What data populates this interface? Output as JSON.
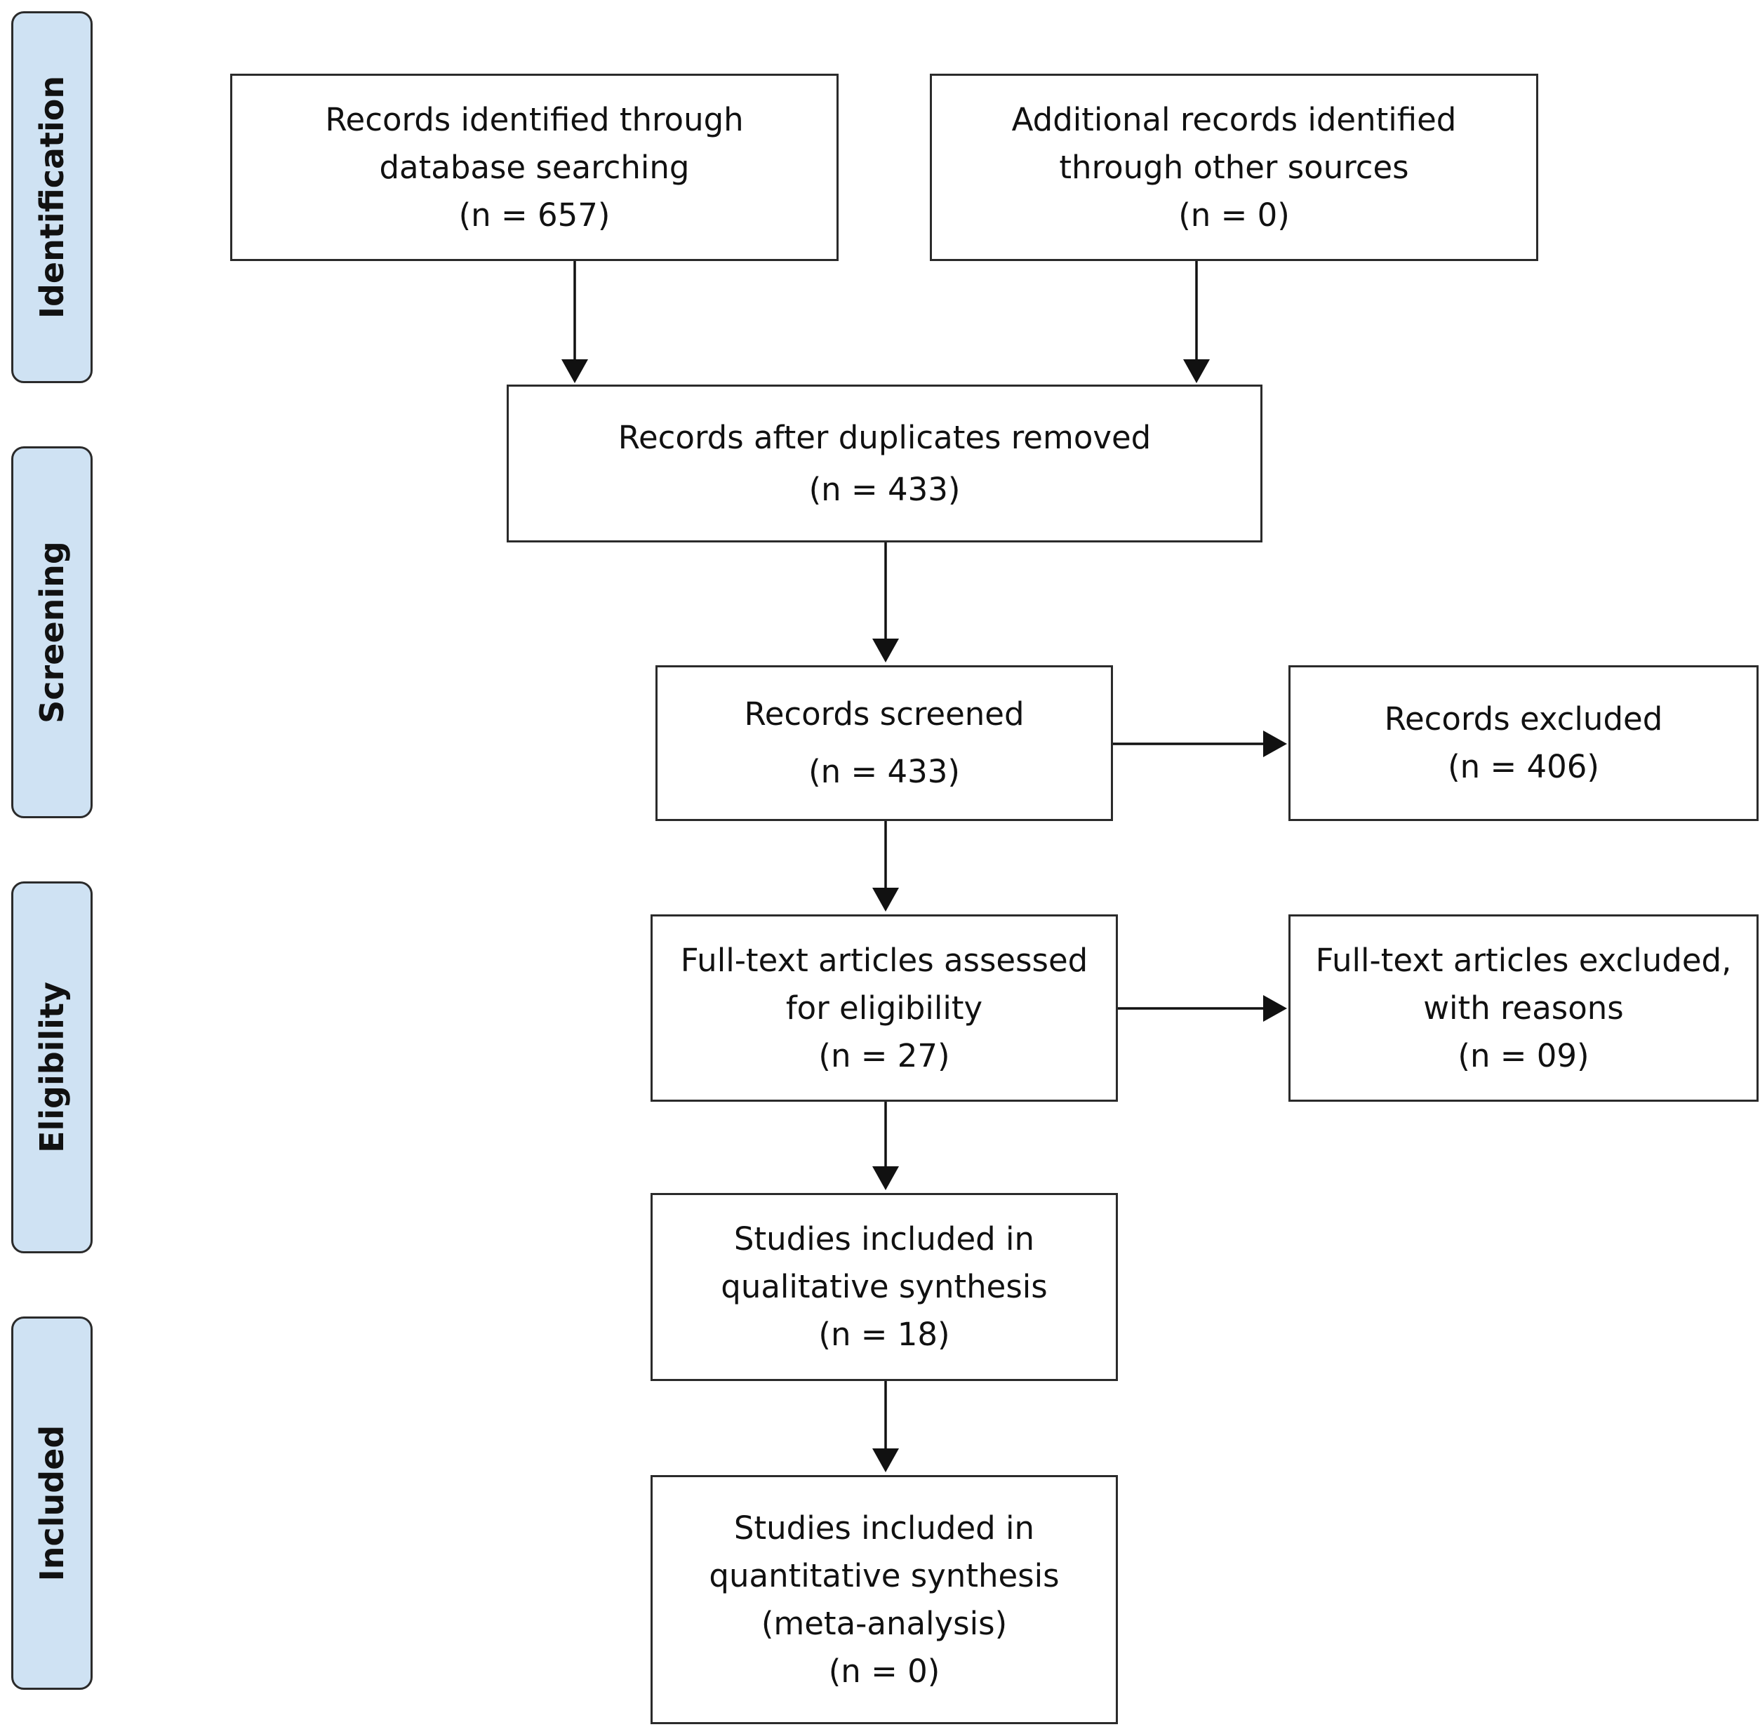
{
  "stages": {
    "identification": "Identification",
    "screening": "Screening",
    "eligibility": "Eligibility",
    "included": "Included"
  },
  "boxes": {
    "database_records": {
      "lines": [
        "Records identified through",
        "database searching"
      ],
      "count": "(n = 657)"
    },
    "other_records": {
      "lines": [
        "Additional records identified",
        "through other sources"
      ],
      "count": "(n = 0)"
    },
    "after_duplicates": {
      "lines": [
        "Records after duplicates removed"
      ],
      "count": "(n = 433)"
    },
    "screened": {
      "lines": [
        "Records screened"
      ],
      "count": "(n = 433)"
    },
    "excluded": {
      "lines": [
        "Records excluded"
      ],
      "count": "(n = 406)"
    },
    "fulltext_assessed": {
      "lines": [
        "Full-text articles assessed",
        "for eligibility"
      ],
      "count": "(n = 27)"
    },
    "fulltext_excluded": {
      "lines": [
        "Full-text articles excluded,",
        "with reasons"
      ],
      "count": "(n = 09)"
    },
    "qualitative": {
      "lines": [
        "Studies included in",
        "qualitative synthesis"
      ],
      "count": "(n = 18)"
    },
    "quantitative": {
      "lines": [
        "Studies included in",
        "quantitative synthesis",
        "(meta-analysis)"
      ],
      "count": "(n = 0)"
    }
  }
}
